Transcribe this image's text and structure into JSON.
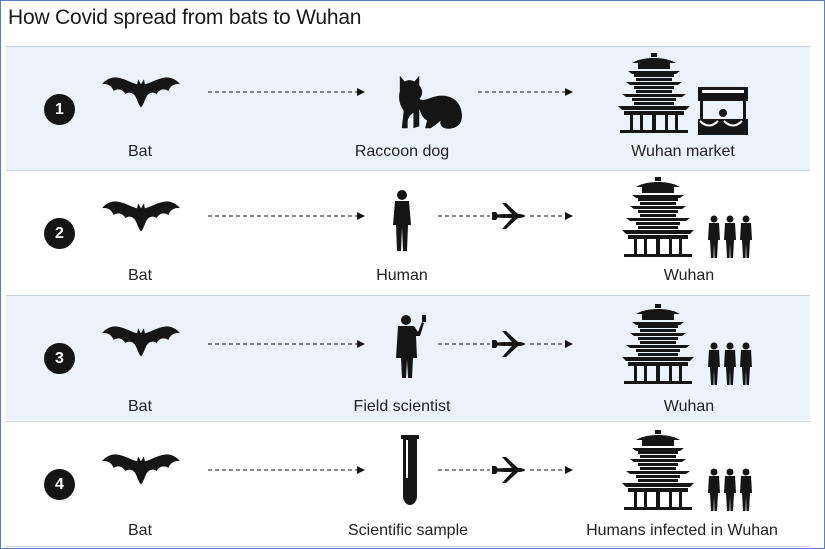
{
  "title": "How Covid spread from bats to Wuhan",
  "rows": [
    {
      "number": "1",
      "source": "Bat",
      "carrier": "Raccoon dog",
      "destination": "Wuhan market"
    },
    {
      "number": "2",
      "source": "Bat",
      "carrier": "Human",
      "destination": "Wuhan"
    },
    {
      "number": "3",
      "source": "Bat",
      "carrier": "Field scientist",
      "destination": "Wuhan"
    },
    {
      "number": "4",
      "source": "Bat",
      "carrier": "Scientific sample",
      "destination": "Humans infected in Wuhan"
    }
  ],
  "icons": {
    "source": "bat-icon",
    "carriers": [
      "raccoon-dog-icon",
      "human-icon",
      "field-scientist-icon",
      "test-tube-icon"
    ],
    "destinations": [
      "pagoda-market-icon",
      "pagoda-people-icon",
      "pagoda-people-icon",
      "pagoda-people-icon"
    ],
    "transport": "airplane-icon"
  },
  "colors": {
    "shaded_row": "#eaf3fc",
    "icon": "#151515",
    "border": "#5b7fb8"
  }
}
